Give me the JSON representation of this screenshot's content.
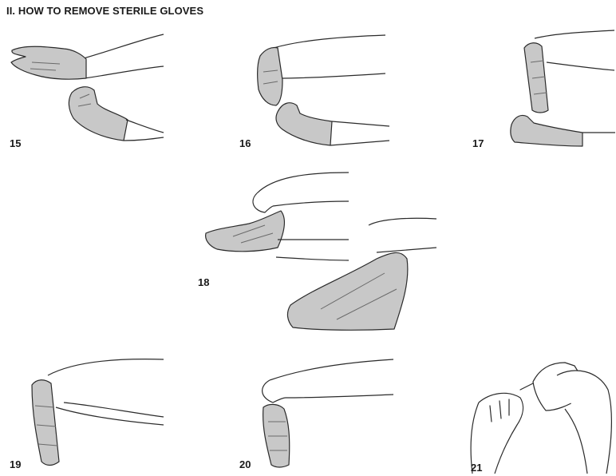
{
  "title": "II. HOW TO REMOVE STERILE GLOVES",
  "steps": [
    {
      "number": "15"
    },
    {
      "number": "16"
    },
    {
      "number": "17"
    },
    {
      "number": "18"
    },
    {
      "number": "19"
    },
    {
      "number": "20"
    },
    {
      "number": "21"
    }
  ],
  "colors": {
    "glove": "#c8c8c8",
    "outline": "#2b2b2b",
    "background": "#ffffff"
  }
}
